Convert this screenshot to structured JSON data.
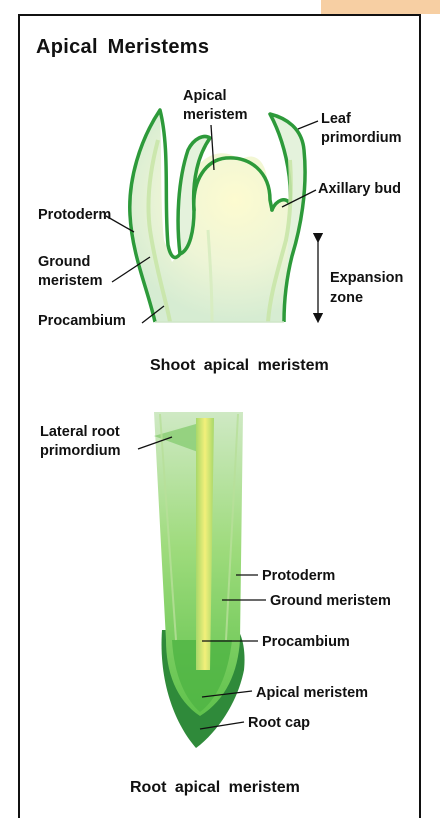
{
  "title": "Apical Meristems",
  "shoot": {
    "caption": "Shoot apical meristem",
    "labels": {
      "apical_meristem": [
        "Apical",
        "meristem"
      ],
      "leaf_primordium": [
        "Leaf",
        "primordium"
      ],
      "axillary_bud": "Axillary bud",
      "protoderm": "Protoderm",
      "ground_meristem": [
        "Ground",
        "meristem"
      ],
      "procambium": "Procambium",
      "expansion_zone": [
        "Expansion",
        "zone"
      ]
    }
  },
  "root": {
    "caption": "Root apical meristem",
    "labels": {
      "lateral_root_primordium": [
        "Lateral root",
        "primordium"
      ],
      "protoderm": "Protoderm",
      "ground_meristem": "Ground meristem",
      "procambium": "Procambium",
      "apical_meristem": "Apical meristem",
      "root_cap": "Root cap"
    }
  },
  "colors": {
    "outline_green": "#2d9a3a",
    "pale_green": "#dff0d8",
    "light_yellow": "#fbf6c2",
    "root_cap_green": "#2f8a3a",
    "root_body_green": "#8fd46a",
    "procambium_yellow": "#e8e45a",
    "accent_tab": "#f7cfa3"
  }
}
